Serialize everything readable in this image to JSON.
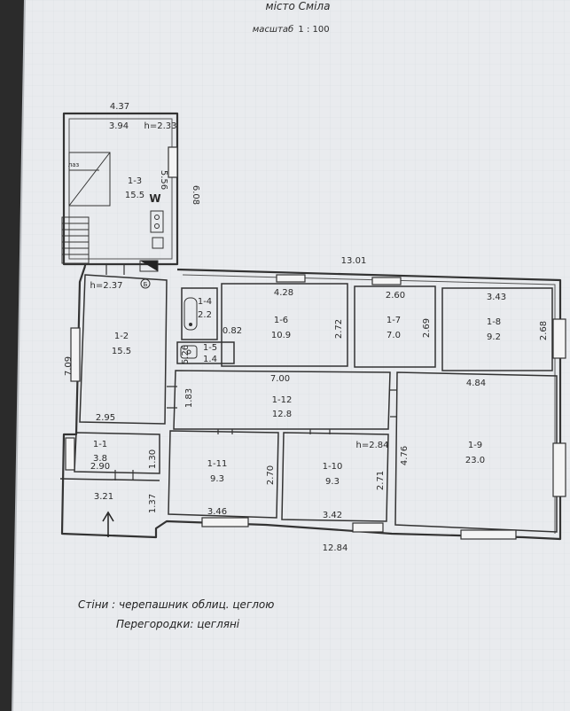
{
  "header": {
    "city": "місто Сміла",
    "scale_label": "масштаб",
    "scale_value": "1 : 100"
  },
  "heights": {
    "block_left_top": "h=2.33",
    "block_left_middle": "h=2.37",
    "block_right": "h=2.84"
  },
  "dimensions": {
    "top_width": "4.37",
    "inner_top": "3.94",
    "right_side_13": "6.08",
    "stair_side": "5.56",
    "overall_top": "13.01",
    "room_16_width": "4.28",
    "room_16_height": "2.72",
    "room_17_width": "2.60",
    "room_17_height": "2.69",
    "room_18_width": "3.43",
    "room_18_height": "2.68",
    "room_15_side": "0.82",
    "room_12_height": "5.26",
    "left_side": "7.09",
    "corridor_width": "7.00",
    "corridor_height": "1.83",
    "room_19_width": "4.84",
    "room_19_height": "4.76",
    "room_12_bottom": "2.95",
    "room_11_width": "2.90",
    "room_11_height": "1.30",
    "porch_width": "3.21",
    "porch_height": "1.37",
    "room_111_height": "2.70",
    "room_111_width": "3.46",
    "room_110_height": "2.71",
    "room_110_width": "3.42",
    "overall_bottom": "12.84"
  },
  "rooms": [
    {
      "id": "1-1",
      "area": "3.8"
    },
    {
      "id": "1-2",
      "area": "15.5"
    },
    {
      "id": "1-3",
      "area": "15.5"
    },
    {
      "id": "1-4",
      "area": "2.2"
    },
    {
      "id": "1-5",
      "area": "1.4"
    },
    {
      "id": "1-6",
      "area": "10.9"
    },
    {
      "id": "1-7",
      "area": "7.0"
    },
    {
      "id": "1-8",
      "area": "9.2"
    },
    {
      "id": "1-9",
      "area": "23.0"
    },
    {
      "id": "1-10",
      "area": "9.3"
    },
    {
      "id": "1-11",
      "area": "9.3"
    },
    {
      "id": "1-12",
      "area": "12.8"
    }
  ],
  "symbols": {
    "stair_label": "лаз",
    "heater_mark": "W",
    "boiler_mark": "Б"
  },
  "notes": {
    "walls": "Стіни : черепашник облиц. цеглою",
    "partitions": "Перегородки: цегляні"
  }
}
